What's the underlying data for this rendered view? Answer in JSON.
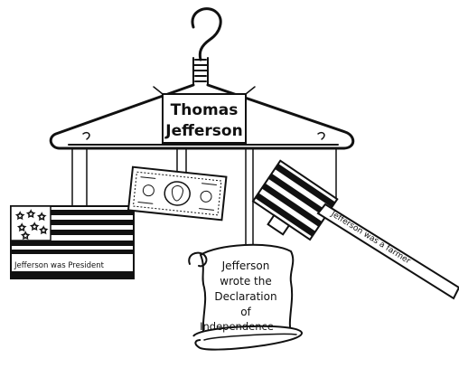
{
  "title_card": {
    "line1": "Thomas",
    "line2": "Jefferson"
  },
  "flag": {
    "caption": "Jefferson was President"
  },
  "scroll": {
    "line1": "Jefferson",
    "line2": "wrote the",
    "line3": "Declaration",
    "line4": "of",
    "line5": "Independence"
  },
  "pitchfork": {
    "caption": "Jefferson was a farmer"
  },
  "colors": {
    "ink": "#111111",
    "paper": "#ffffff"
  }
}
